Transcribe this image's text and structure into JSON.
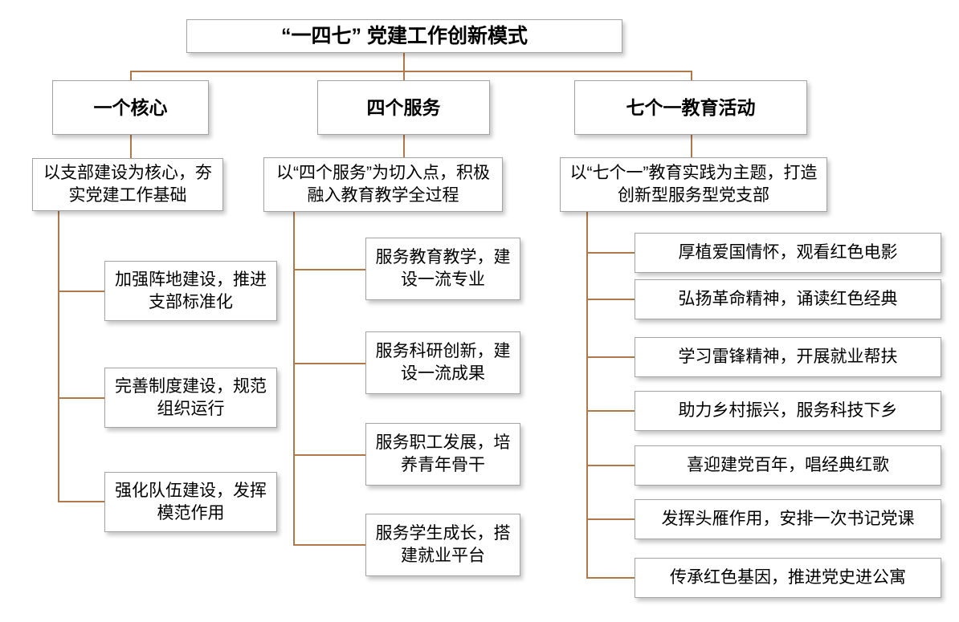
{
  "diagram": {
    "title": "“一四七” 党建工作创新模式",
    "connector_color": "#b1784a",
    "branches": [
      {
        "header": "一个核心",
        "description": "以支部建设为核心，夯实党建工作基础",
        "items": [
          "加强阵地建设，推进支部标准化",
          "完善制度建设，规范组织运行",
          "强化队伍建设，发挥模范作用"
        ]
      },
      {
        "header": "四个服务",
        "description": "以“四个服务”为切入点，积极融入教育教学全过程",
        "items": [
          "服务教育教学，建设一流专业",
          "服务科研创新，建设一流成果",
          "服务职工发展，培养青年骨干",
          "服务学生成长，搭建就业平台"
        ]
      },
      {
        "header": "七个一教育活动",
        "description": "以“七个一”教育实践为主题，打造创新型服务型党支部",
        "items": [
          "厚植爱国情怀，观看红色电影",
          "弘扬革命精神，诵读红色经典",
          "学习雷锋精神，开展就业帮扶",
          "助力乡村振兴，服务科技下乡",
          "喜迎建党百年，唱经典红歌",
          "发挥头雁作用，安排一次书记党课",
          "传承红色基因，推进党史进公寓"
        ]
      }
    ]
  }
}
